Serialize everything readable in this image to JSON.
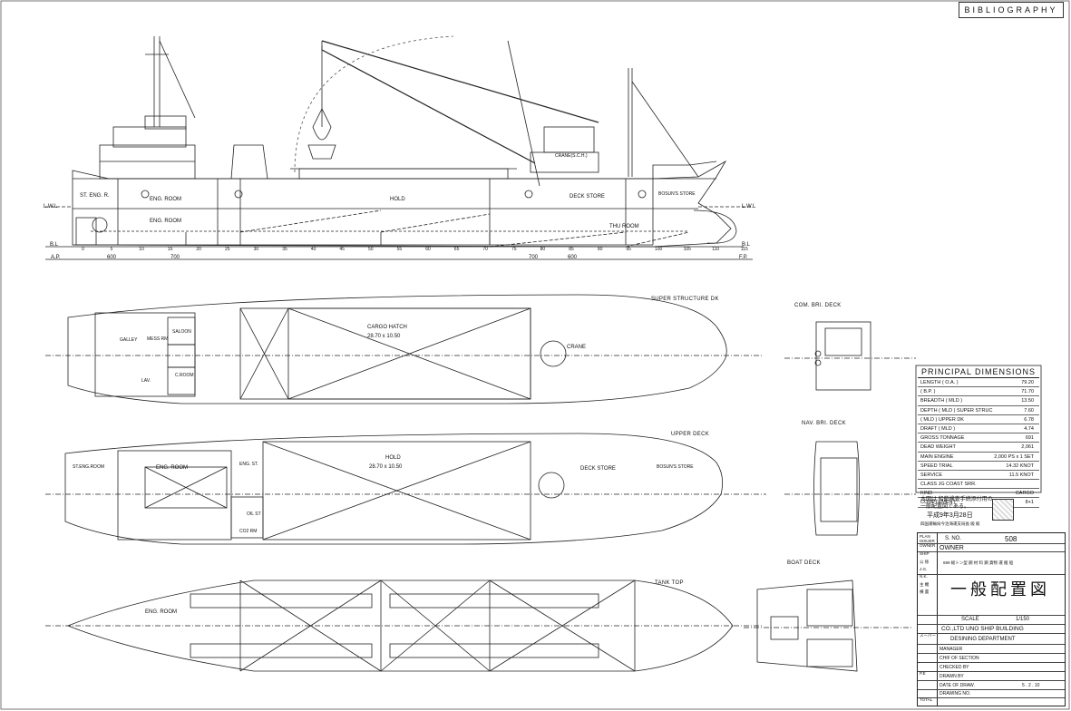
{
  "header": {
    "bibliography": "BIBLIOGRAPHY"
  },
  "profile": {
    "rooms": [
      "ENG. ROOM",
      "ENG. ROOM",
      "HOLD",
      "DECK STORE",
      "BOSUN'S STORE",
      "THU ROOM",
      "ST. ENG. R."
    ],
    "crane_label": "CRANE(S.C.H.)",
    "frame_spacing": [
      "600",
      "700",
      "700",
      "600"
    ],
    "waterline_labels": [
      "L.W.L",
      "L.W.L",
      "B.L",
      "B.L",
      "A.P.",
      "F.P."
    ],
    "frames": [
      "0",
      "5",
      "10",
      "15",
      "20",
      "25",
      "30",
      "35",
      "40",
      "45",
      "50",
      "55",
      "60",
      "65",
      "70",
      "75",
      "80",
      "85",
      "90",
      "95",
      "100",
      "105",
      "110",
      "115"
    ]
  },
  "views": {
    "superstructure": "SUPER STRUCTURE DK",
    "upper_deck": "UPPER DECK",
    "tank_top": "TANK TOP",
    "com_bri": "COM. BRI. DECK",
    "nav_bri": "NAV. BRI. DECK",
    "boat_deck": "BOAT DECK"
  },
  "superstructure_deck": {
    "cargo_hatch": "CARGO HATCH",
    "hatch_size": "28.70 x 10.50",
    "crane": "CRANE",
    "rooms": [
      "SALOON",
      "MESS RM",
      "GALLEY",
      "C.ROOM",
      "LAV."
    ]
  },
  "upper_deck_plan": {
    "hold": "HOLD",
    "hold_size": "28.70 x 10.50",
    "rooms": [
      "ST.ENG.ROOM",
      "ENG. ROOM",
      "DECK STORE",
      "BOSUN'S STORE",
      "ENG. ST.",
      "CO2 RM",
      "OIL ST"
    ]
  },
  "tank_top_plan": {
    "eng_room": "ENG. ROOM"
  },
  "principal_dimensions": {
    "title": "PRINCIPAL DIMENSIONS",
    "rows": [
      {
        "k": "LENGTH ( O.A. )",
        "v": "79.20"
      },
      {
        "k": "( B.P. )",
        "v": "71.70"
      },
      {
        "k": "BREADTH ( MLD )",
        "v": "13.50"
      },
      {
        "k": "DEPTH ( MLD ) SUPER STRUC",
        "v": "7.60"
      },
      {
        "k": "( MLD ) UPPER DK",
        "v": "6.78"
      },
      {
        "k": "DRAFT ( MLD )",
        "v": "4.74"
      },
      {
        "k": "GROSS TONNAGE",
        "v": "691"
      },
      {
        "k": "DEAD WEIGHT",
        "v": "2,061"
      },
      {
        "k": "MAIN ENGINE",
        "v": "2,000 PS x 1 SET"
      },
      {
        "k": "SPEED TRIAL",
        "v": "14.32 KNOT"
      },
      {
        "k": "SERVICE",
        "v": "11.5 KNOT"
      },
      {
        "k": "CLASS JG COAST SRR.",
        "v": ""
      },
      {
        "k": "KIND",
        "v": "CARGO"
      },
      {
        "k": "COMPLEMENT",
        "v": "8+1"
      }
    ],
    "note1": "本図は,船舶検査手続添付用の",
    "note2": "一般配置図である。",
    "date_note": "平成9年3月28日",
    "issuer_note": "四国運輸局今治海運支局長 殿 殿"
  },
  "title_block": {
    "left_labels": [
      "PLAN ISSUER",
      "OWNER",
      "SHIP",
      "公 係",
      "J.G.",
      "N.K.",
      "主 機",
      "横 置",
      "",
      "スーパー",
      "",
      "P.E",
      "",
      "TOTAL"
    ],
    "s_no_label": "S. NO.",
    "s_no": "508",
    "owner_label": "OWNER",
    "ship_desc": "699 総トン型 鋼 材 料 鋼 貨物 運 搬 船",
    "drawing_title": "一般配置図",
    "scale_label": "SCALE",
    "scale": "1/150",
    "company": "CO.,LTD UNO SHIP BUILDING",
    "department": "DESINING DEPARTMENT",
    "manager": "MANAGER",
    "chief": "CHIF OF SECTION",
    "checked": "CHECKED BY",
    "drawn": "DRAWN BY",
    "date_of_draw": "DATE OF DRAW.",
    "date_value": "5 . 2 . 10",
    "drawing_no": "DRAWING NO."
  }
}
